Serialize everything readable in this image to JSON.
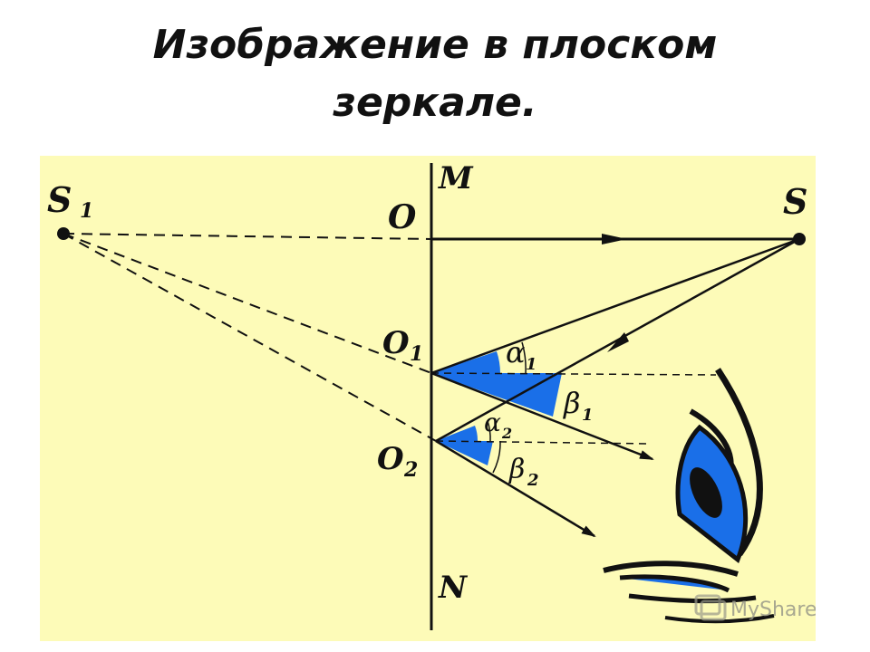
{
  "title": {
    "line1": "Изображение в плоском",
    "line2": "зеркале."
  },
  "diagram": {
    "background_color": "#fdfbb8",
    "angle_fill_color": "#1a6fe8",
    "eye_fill_color": "#1a6fe8",
    "labels": {
      "mirror_top": "M",
      "mirror_bottom": "N",
      "image": "S",
      "image_sub": "1",
      "source": "S",
      "point_o": "O",
      "point_o1": "O",
      "point_o1_sub": "1",
      "point_o2": "O",
      "point_o2_sub": "2",
      "alpha1": "α",
      "alpha1_sub": "1",
      "beta1": "β",
      "beta1_sub": "1",
      "alpha2": "α",
      "alpha2_sub": "2",
      "beta2": "β",
      "beta2_sub": "2"
    },
    "watermark_text": "MyShared",
    "icons": [
      "eye-icon",
      "watermark-logo-icon"
    ]
  }
}
